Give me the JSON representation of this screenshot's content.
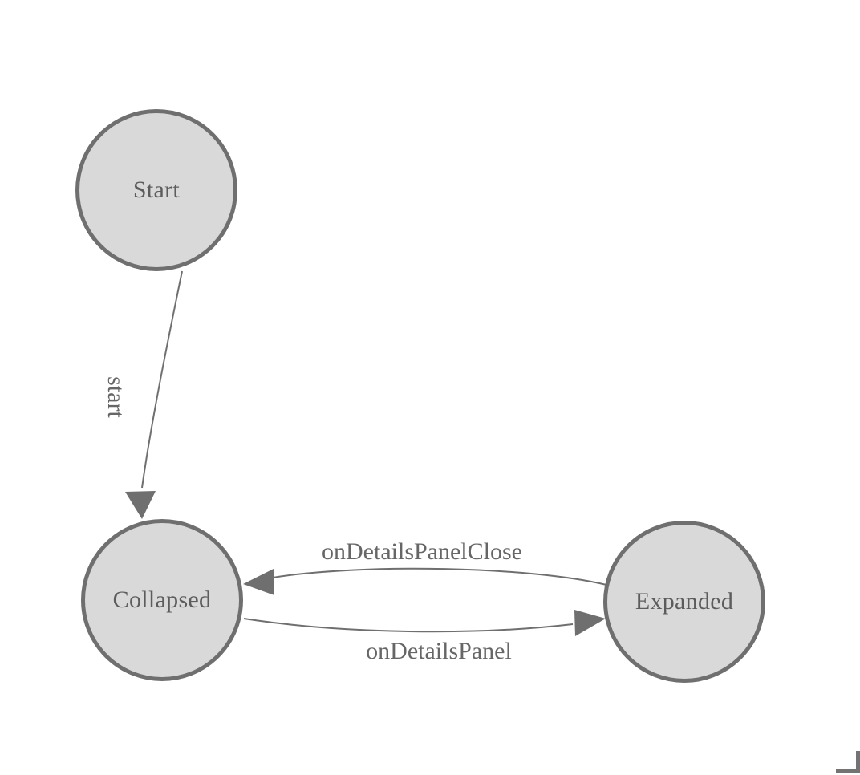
{
  "diagram": {
    "type": "state-machine",
    "colors": {
      "background": "#ffffff",
      "node_fill": "#d9d9d9",
      "node_border": "#6f6f6f",
      "edge_stroke": "#6f6f6f",
      "node_label": "#5c5c5c",
      "edge_label": "#666666",
      "corner_mark": "#737373"
    },
    "nodes": [
      {
        "id": "start",
        "label": "Start"
      },
      {
        "id": "collapsed",
        "label": "Collapsed"
      },
      {
        "id": "expanded",
        "label": "Expanded"
      }
    ],
    "edges": [
      {
        "from": "Start",
        "to": "Collapsed",
        "label": "start"
      },
      {
        "from": "Collapsed",
        "to": "Expanded",
        "label": "onDetailsPanel"
      },
      {
        "from": "Expanded",
        "to": "Collapsed",
        "label": "onDetailsPanelClose"
      }
    ]
  }
}
